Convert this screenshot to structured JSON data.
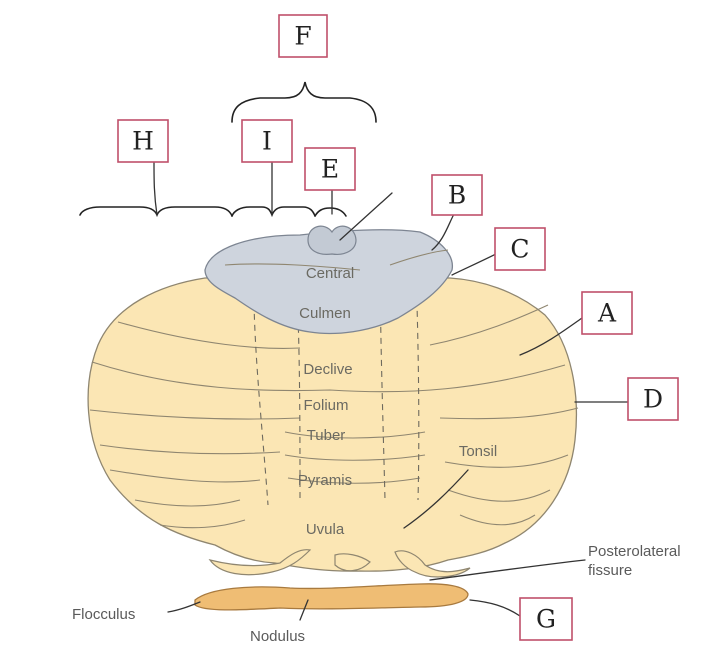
{
  "boxes": {
    "A": "A",
    "B": "B",
    "C": "C",
    "D": "D",
    "E": "E",
    "F": "F",
    "G": "G",
    "H": "H",
    "I": "I"
  },
  "lobes": {
    "central": "Central",
    "culmen": "Culmen",
    "declive": "Declive",
    "folium": "Folium",
    "tuber": "Tuber",
    "pyramis": "Pyramis",
    "uvula": "Uvula",
    "tonsil": "Tonsil"
  },
  "side_labels": {
    "posterolateral_line1": "Posterolateral",
    "posterolateral_line2": "fissure",
    "flocculus": "Flocculus",
    "nodulus": "Nodulus"
  },
  "colors": {
    "body_fill": "#fbe6b4",
    "anterior_fill": "#ced4dd",
    "nodule_fill": "#efbd74",
    "box_border": "#c0506a"
  }
}
